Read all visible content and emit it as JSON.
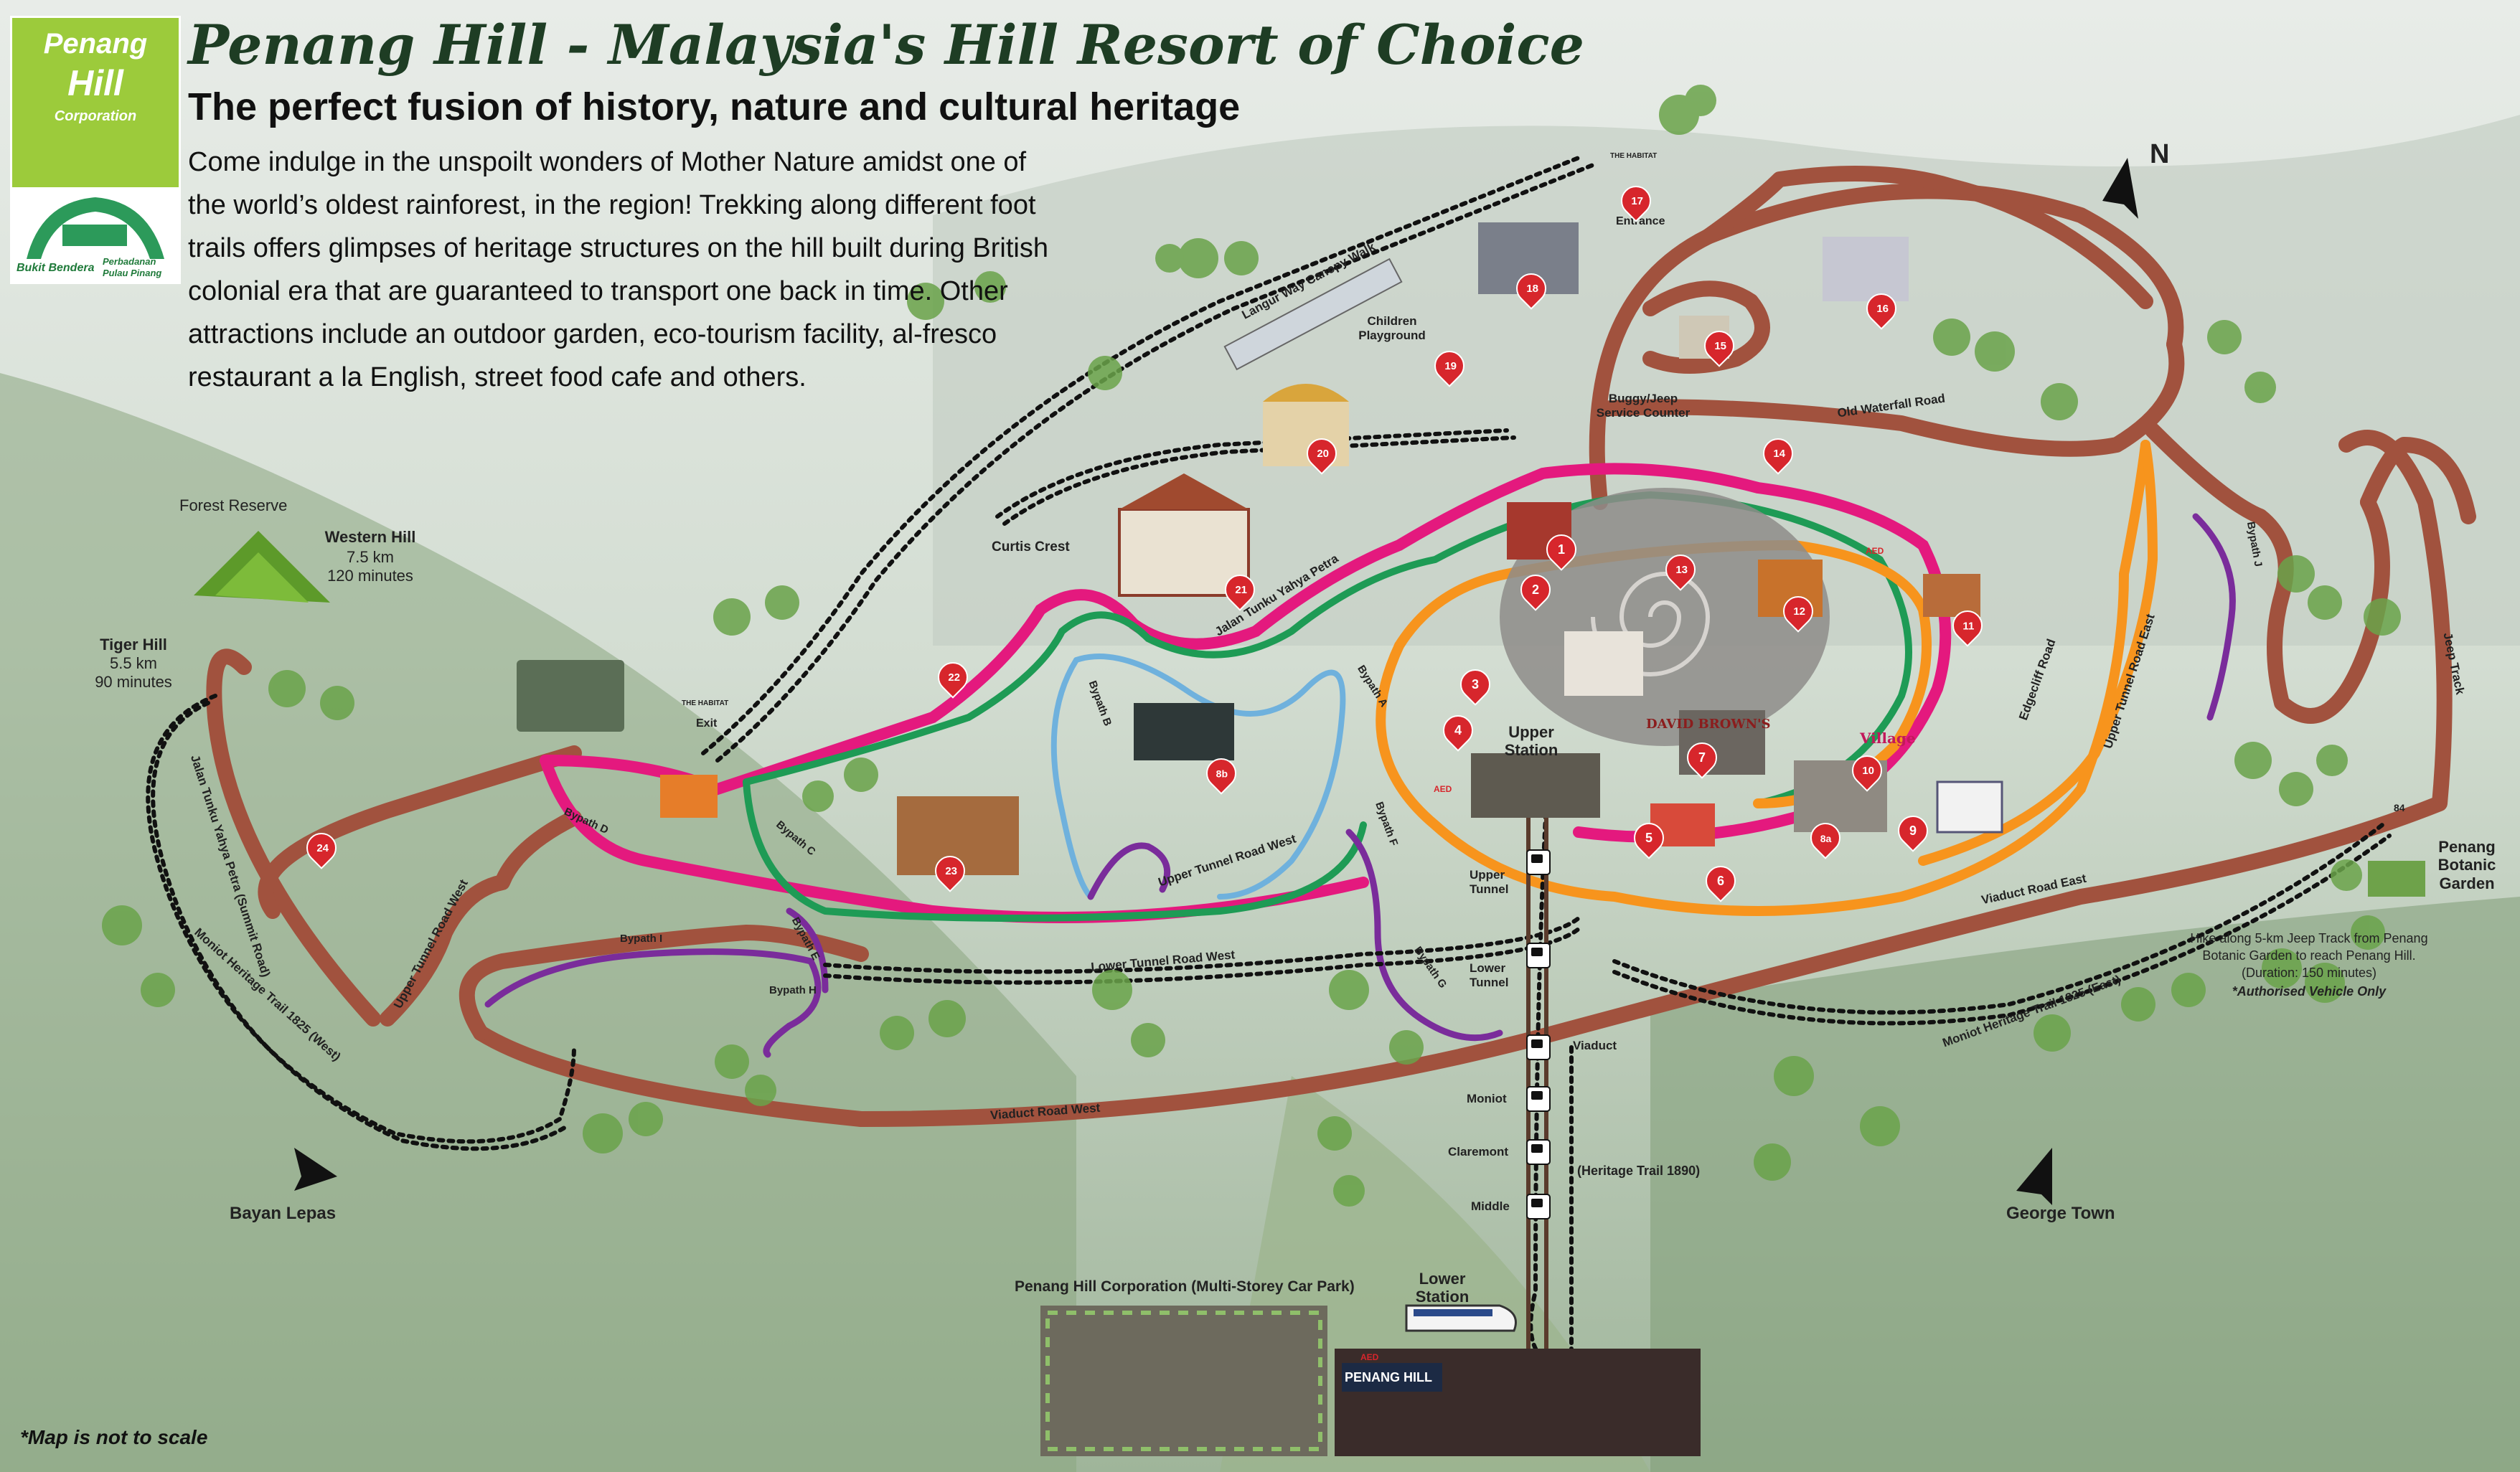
{
  "header": {
    "title": "Penang Hill - Malaysia's Hill Resort of Choice",
    "subtitle": "The perfect fusion of history, nature and cultural heritage",
    "intro_lines": [
      "Come indulge in the unspoilt wonders of Mother Nature amidst one of",
      "the world’s oldest rainforest, in the region! Trekking along different foot",
      "trails offers glimpses of heritage structures on the hill built during British",
      "colonial era that are guaranteed to transport one back in time. Other",
      "attractions include an outdoor garden, eco-tourism facility, al-fresco",
      "restaurant a la English, street food cafe and others."
    ]
  },
  "logo": {
    "line1": "Penang",
    "line2": "Hill",
    "line3": "Corporation",
    "line4": "Bukit Bendera",
    "line5": "Perbadanan",
    "line6": "Pulau Pinang"
  },
  "compass": {
    "north": "N"
  },
  "footnote": "*Map is not to scale",
  "colors": {
    "main_road": "#a1523e",
    "jalan_tunku": "#e4197e",
    "green_path": "#1e9b55",
    "blue_path": "#6fb1dd",
    "orange_path": "#f7941d",
    "purple_path": "#7a2c9b",
    "trail_dots": "#111111",
    "pin": "#d7262c"
  },
  "places": {
    "forest_reserve": "Forest Reserve",
    "western_hill": "Western Hill",
    "western_hill_distance": "7.5 km",
    "western_hill_time": "120 minutes",
    "tiger_hill": "Tiger Hill",
    "tiger_hill_distance": "5.5 km",
    "tiger_hill_time": "90 minutes",
    "curtis_crest": "Curtis Crest",
    "children_playground": "Children\nPlayground",
    "buggy_counter": "Buggy/Jeep\nService Counter",
    "entrance": "Entrance",
    "exit": "Exit",
    "the_habitat": "THE HABITAT",
    "upper_station": "Upper\nStation",
    "penang_botanic_garden": "Penang\nBotanic\nGarden",
    "botanic_note_1": "Hike along 5-km Jeep Track from Penang",
    "botanic_note_2": "Botanic Garden to reach Penang Hill.",
    "botanic_note_3": "(Duration: 150 minutes)",
    "botanic_note_4": "*Authorised Vehicle Only",
    "bayan_lepas": "Bayan Lepas",
    "george_town": "George Town",
    "car_park": "Penang Hill Corporation (Multi-Storey Car Park)",
    "lower_station": "Lower\nStation",
    "penang_hill_sign": "PENANG HILL",
    "david_browns": "DAVID BROWN'S",
    "village": "Village",
    "aed": "AED",
    "route_84": "84"
  },
  "roads": {
    "langur_way": "Langur Way Canopy Walk",
    "jalan_tunku_yahya": "Jalan Tunku Yahya Petra",
    "jalan_tunku_summit": "Jalan Tunku Yahya Petra (Summit Road)",
    "upper_tunnel_west": "Upper Tunnel Road West",
    "upper_tunnel_east": "Upper Tunnel Road East",
    "lower_tunnel_west": "Lower Tunnel Road West",
    "viaduct_west": "Viaduct Road West",
    "viaduct_east": "Viaduct Road East",
    "old_waterfall": "Old Waterfall Road",
    "edgecliff": "Edgecliff Road",
    "jeep_track": "Jeep Track",
    "moniot_west": "Moniot Heritage Trail 1825 (West)",
    "moniot_east": "Moniot Heritage Trail 1825 (East)",
    "heritage_trail": "(Heritage Trail 1890)",
    "bypath_a": "Bypath A",
    "bypath_b": "Bypath B",
    "bypath_c": "Bypath C",
    "bypath_d": "Bypath D",
    "bypath_e": "Bypath E",
    "bypath_f": "Bypath F",
    "bypath_g": "Bypath G",
    "bypath_h": "Bypath H",
    "bypath_i": "Bypath I",
    "bypath_j": "Bypath J"
  },
  "funicular_stops": [
    "Upper\nTunnel",
    "Lower\nTunnel",
    "Viaduct",
    "Moniot",
    "Claremont",
    "Middle"
  ],
  "pins": [
    "1",
    "2",
    "3",
    "4",
    "5",
    "6",
    "7",
    "8a",
    "8b",
    "9",
    "10",
    "11",
    "12",
    "13",
    "14",
    "15",
    "16",
    "17",
    "18",
    "19",
    "20",
    "21",
    "22",
    "23",
    "24"
  ]
}
